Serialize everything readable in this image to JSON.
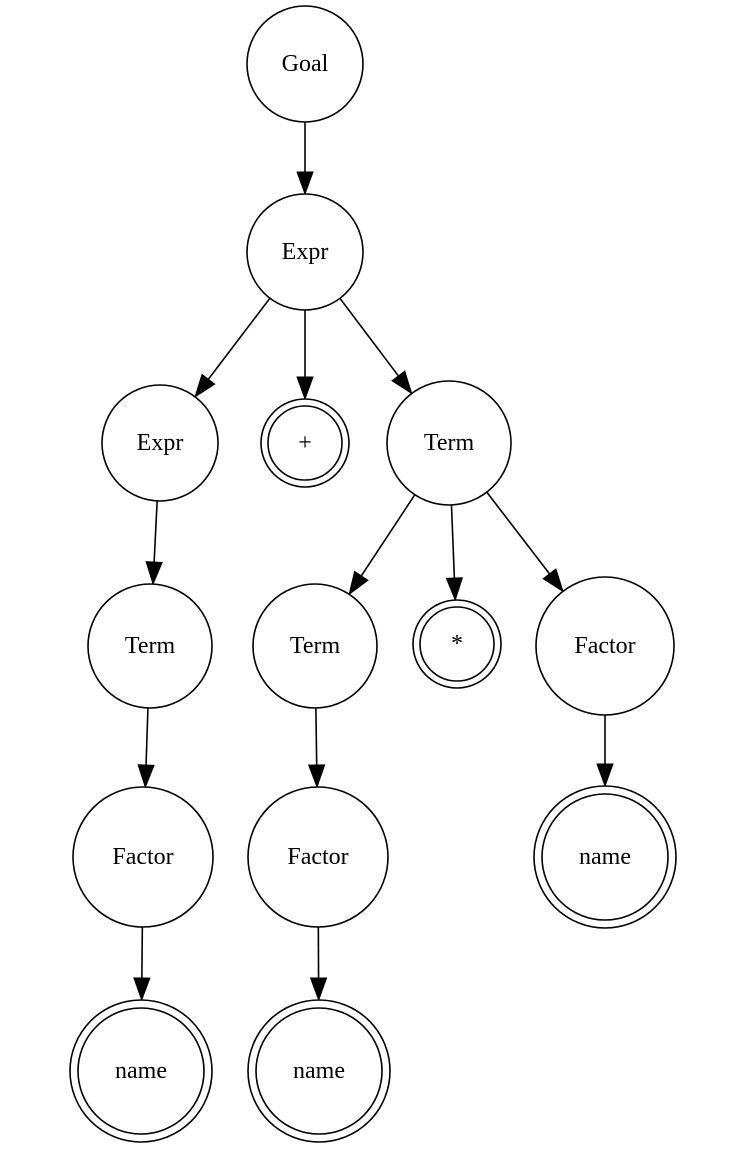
{
  "nodes": [
    {
      "id": "n0",
      "label": "Goal",
      "terminal": false
    },
    {
      "id": "n1",
      "label": "Expr",
      "terminal": false
    },
    {
      "id": "n2",
      "label": "Expr",
      "terminal": false
    },
    {
      "id": "n3",
      "label": "+",
      "terminal": true
    },
    {
      "id": "n4",
      "label": "Term",
      "terminal": false
    },
    {
      "id": "n5",
      "label": "Term",
      "terminal": false
    },
    {
      "id": "n6",
      "label": "Factor",
      "terminal": false
    },
    {
      "id": "n7",
      "label": "name",
      "terminal": true
    },
    {
      "id": "n8",
      "label": "Term",
      "terminal": false
    },
    {
      "id": "n9",
      "label": "*",
      "terminal": true
    },
    {
      "id": "n10",
      "label": "Factor",
      "terminal": false
    },
    {
      "id": "n11",
      "label": "Factor",
      "terminal": false
    },
    {
      "id": "n12",
      "label": "name",
      "terminal": true
    },
    {
      "id": "n13",
      "label": "name",
      "terminal": true
    }
  ],
  "edges": [
    {
      "from": "n0",
      "to": "n1"
    },
    {
      "from": "n1",
      "to": "n2"
    },
    {
      "from": "n1",
      "to": "n3"
    },
    {
      "from": "n1",
      "to": "n4"
    },
    {
      "from": "n2",
      "to": "n5"
    },
    {
      "from": "n5",
      "to": "n6"
    },
    {
      "from": "n6",
      "to": "n7"
    },
    {
      "from": "n4",
      "to": "n8"
    },
    {
      "from": "n4",
      "to": "n9"
    },
    {
      "from": "n4",
      "to": "n10"
    },
    {
      "from": "n8",
      "to": "n11"
    },
    {
      "from": "n11",
      "to": "n12"
    },
    {
      "from": "n10",
      "to": "n13"
    }
  ]
}
